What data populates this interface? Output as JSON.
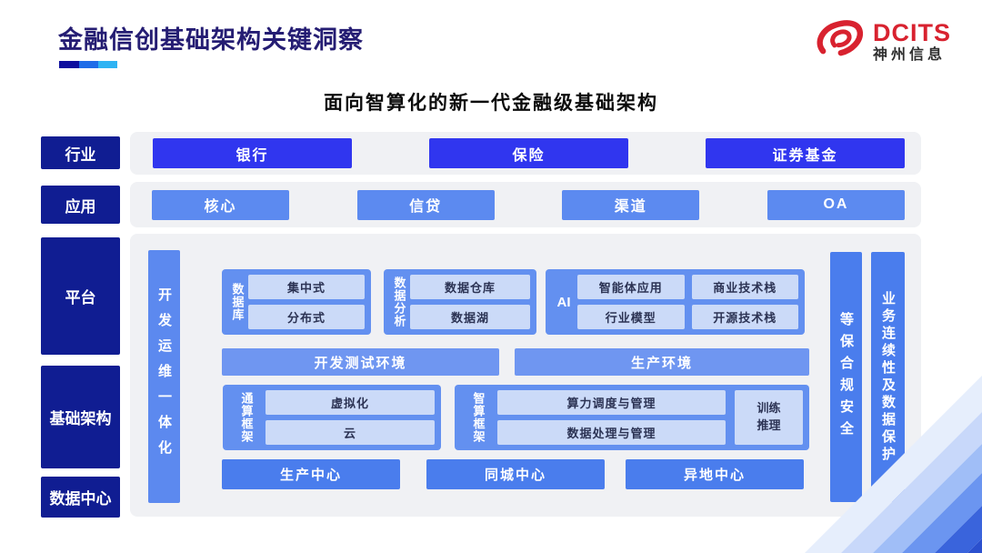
{
  "header": {
    "title": "金融信创基础架构关键洞察",
    "logo": {
      "brand": "DCITS",
      "company": "神州信息"
    }
  },
  "subtitle": "面向智算化的新一代金融级基础架构",
  "side_labels": {
    "industry": "行业",
    "application": "应用",
    "platform": "平台",
    "infrastructure": "基础架构",
    "datacenter": "数据中心"
  },
  "industry_items": [
    "银行",
    "保险",
    "证券基金"
  ],
  "application_items": [
    "核心",
    "信贷",
    "渠道",
    "OA"
  ],
  "platform": {
    "devops_bar": "开发运维一体化",
    "security_bar": "等保合规安全",
    "continuity_bar": "业务连续性及数据保护",
    "groups": {
      "database": {
        "label": "数据库",
        "items": [
          "集中式",
          "分布式"
        ]
      },
      "analytics": {
        "label": "数据分析",
        "items": [
          "数据仓库",
          "数据湖"
        ]
      },
      "ai": {
        "label": "AI",
        "items": [
          "智能体应用",
          "商业技术栈",
          "行业模型",
          "开源技术栈"
        ]
      }
    },
    "environments": [
      "开发测试环境",
      "生产环境"
    ],
    "frameworks": {
      "general": {
        "label": "通算框架",
        "items": [
          "虚拟化",
          "云"
        ]
      },
      "intelligent": {
        "label": "智算框架",
        "items": [
          "算力调度与管理",
          "数据处理与管理"
        ],
        "side": "训练\n推理"
      }
    },
    "centers": [
      "生产中心",
      "同城中心",
      "异地中心"
    ]
  },
  "colors": {
    "title_navy": "#251d73",
    "label_navy": "#101d92",
    "indigo_item": "#3036ef",
    "cornflower_item": "#5c8af0",
    "group_blue": "#6390f0",
    "deep_blue": "#4a7ded",
    "inner_box_blue": "#cbdaf8",
    "logo_red": "#d8222f",
    "row_gray": "#f0f1f4"
  }
}
